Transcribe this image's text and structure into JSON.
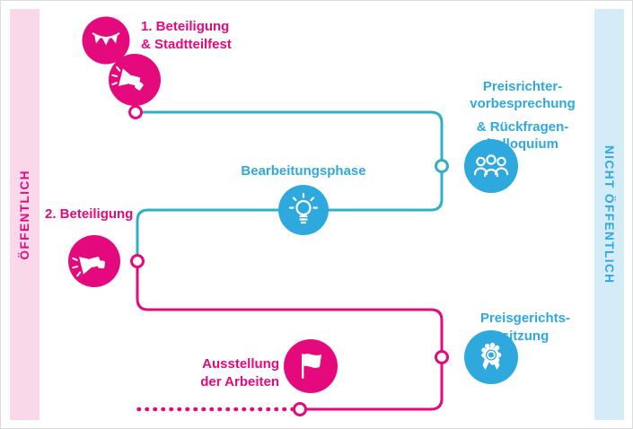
{
  "colors": {
    "pink": "#e40a7d",
    "blue": "#2ea9de",
    "teal": "#2fb0c4",
    "pink-light": "#f9d8e9",
    "blue-light": "#d4ebf8",
    "canvas-border": "#dcdcdc"
  },
  "sidebars": {
    "left": {
      "label": "ÖFFENTLICH"
    },
    "right": {
      "label": "NICHT ÖFFENTLICH"
    }
  },
  "steps": {
    "beteiligung1": {
      "lines": [
        "1. Beteiligung",
        "& Stadtteilfest"
      ],
      "icons": [
        "bunting-icon",
        "megaphone-icon"
      ]
    },
    "preisrichter": {
      "lines": [
        "Preisrichter-",
        "vorbesprechung",
        "& Rückfragen-",
        "kolloquium"
      ],
      "icons": [
        "people-icon"
      ]
    },
    "bearbeitung": {
      "lines": [
        "Bearbeitungsphase"
      ],
      "icons": [
        "lightbulb-icon"
      ]
    },
    "beteiligung2": {
      "lines": [
        "2. Beteiligung"
      ],
      "icons": [
        "megaphone-icon"
      ]
    },
    "preisgericht": {
      "lines": [
        "Preisgerichts-",
        "sitzung"
      ],
      "icons": [
        "medal-icon"
      ]
    },
    "ausstellung": {
      "lines": [
        "Ausstellung",
        "der Arbeiten"
      ],
      "icons": [
        "flag-icon"
      ]
    }
  }
}
